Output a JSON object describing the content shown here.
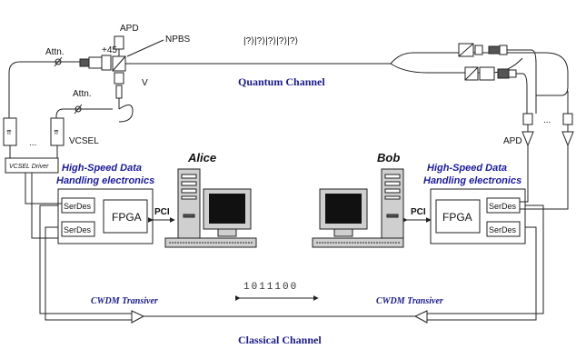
{
  "labels": {
    "apd_top": "APD",
    "npbs": "NPBS",
    "plus45": "+45",
    "v": "V",
    "attn1": "Attn.",
    "attn2": "Attn.",
    "vcsel": "VCSEL",
    "dots_left": "...",
    "dots_right": "...",
    "vcsel_driver": "VCSEL Driver",
    "qubits": "|?⟩|?⟩|?⟩|?⟩|?⟩",
    "quantum_channel": "Quantum Channel",
    "apd_right": "APD",
    "alice": "Alice",
    "bob": "Bob",
    "hsd_left_1": "High-Speed Data",
    "hsd_left_2": "Handling electronics",
    "hsd_right_1": "High-Speed Data",
    "hsd_right_2": "Handling electronics",
    "serdes_l1": "SerDes",
    "serdes_l2": "SerDes",
    "fpga_l": "FPGA",
    "pci_l": "PCI",
    "serdes_r1": "SerDes",
    "serdes_r2": "SerDes",
    "fpga_r": "FPGA",
    "pci_r": "PCI",
    "bits": "1011100",
    "cwdm_left": "CWDM Transiver",
    "cwdm_right": "CWDM Transiver",
    "classical_channel": "Classical Channel"
  }
}
